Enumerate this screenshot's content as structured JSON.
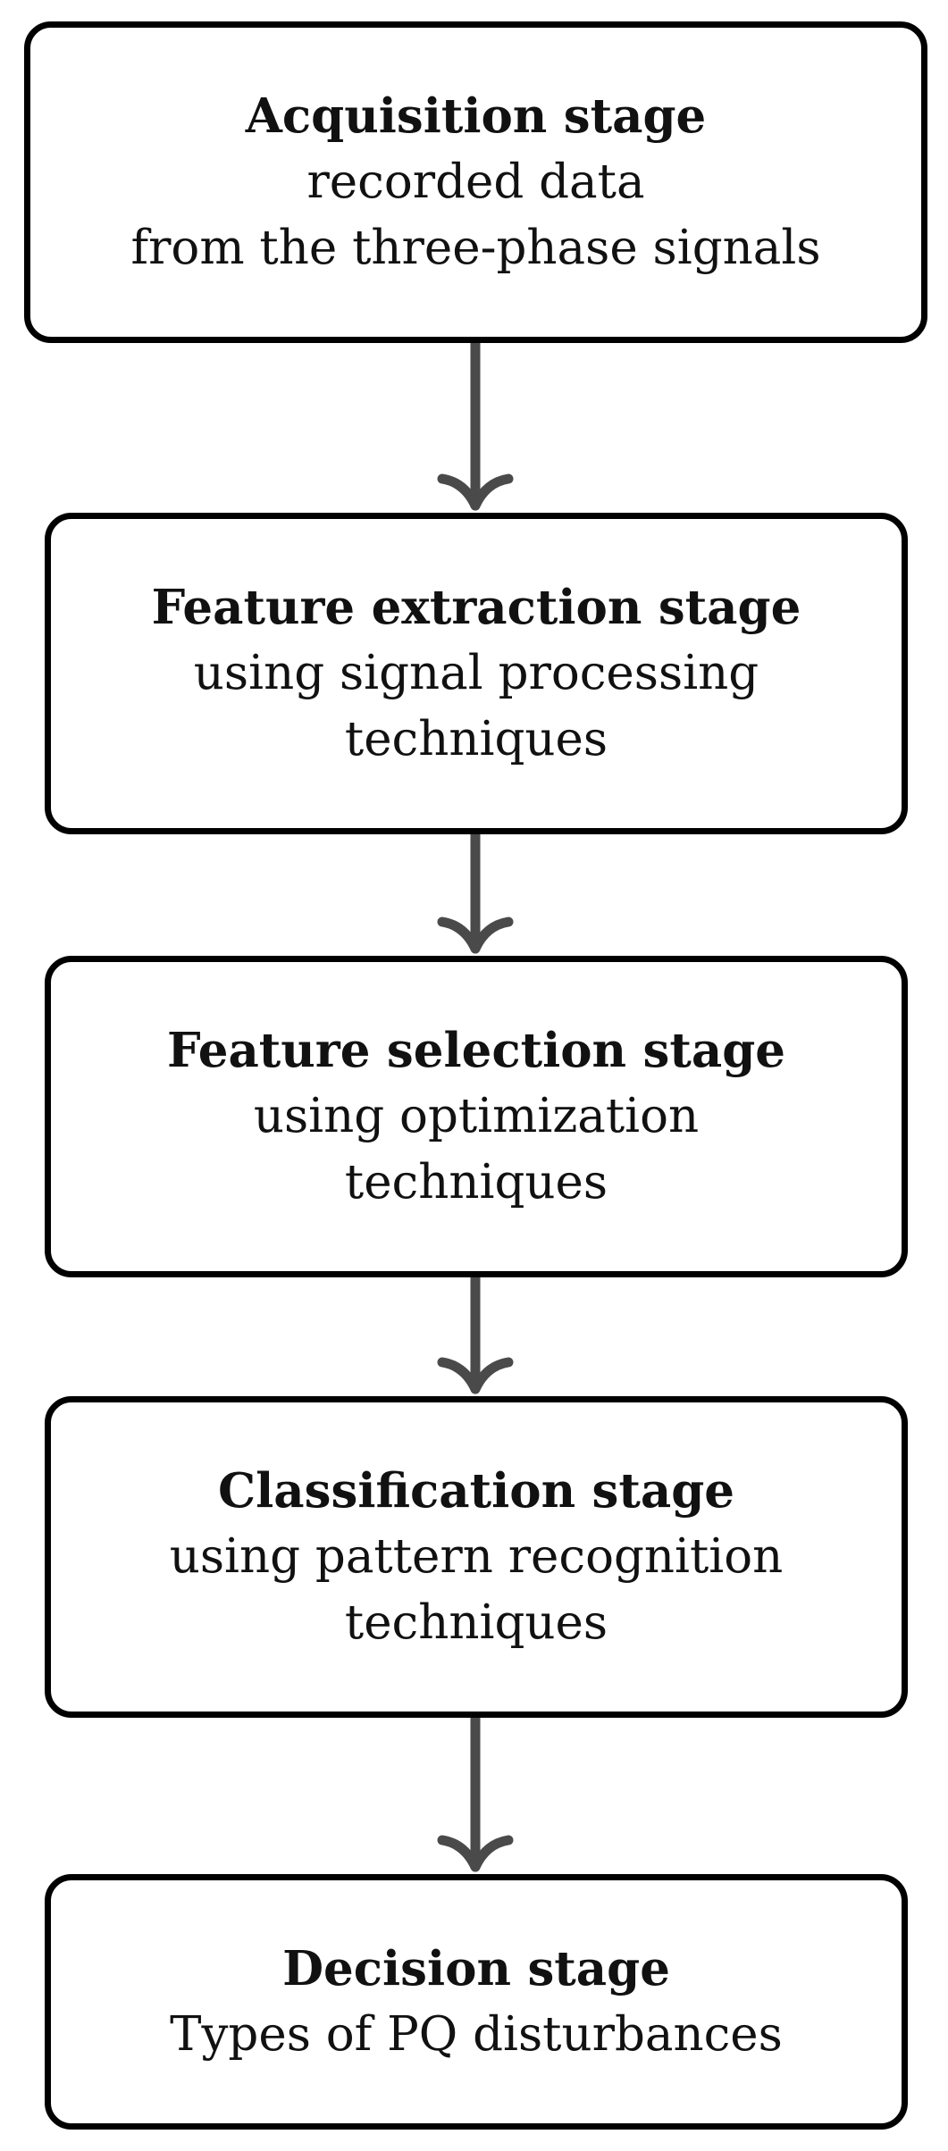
{
  "stages": [
    {
      "title": "Acquisition stage",
      "lines": [
        "recorded data",
        "from the three-phase signals"
      ]
    },
    {
      "title": "Feature extraction stage",
      "lines": [
        "using signal processing",
        "techniques"
      ]
    },
    {
      "title": "Feature selection stage",
      "lines": [
        "using optimization",
        "techniques"
      ]
    },
    {
      "title": "Classification stage",
      "lines": [
        "using pattern recognition",
        "techniques"
      ]
    },
    {
      "title": "Decision stage",
      "lines": [
        "Types of PQ disturbances"
      ]
    }
  ],
  "colors": {
    "box_border": "#000000",
    "arrow": "#4a4a4a",
    "text": "#111111"
  }
}
